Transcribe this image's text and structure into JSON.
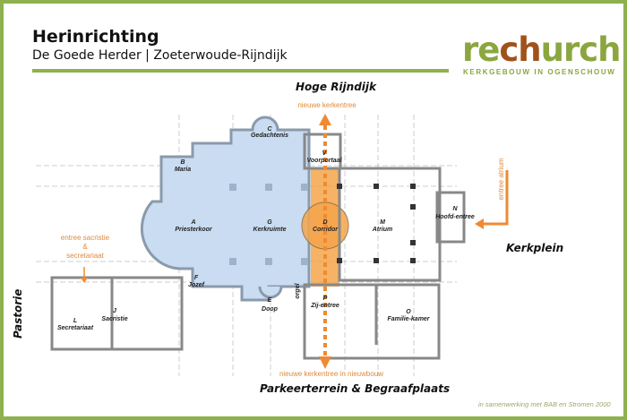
{
  "header": {
    "title": "Herinrichting",
    "subtitle": "De Goede Herder | Zoeterwoude-Rijndijk"
  },
  "logo": {
    "part1": "re",
    "part2": "ch",
    "part3": "urch",
    "tagline": "KERKGEBOUW IN OGENSCHOUW"
  },
  "streets": {
    "north": "Hoge Rijndijk",
    "south": "Parkeerterrein & Begraafplaats",
    "east": "Kerkplein",
    "west": "Pastorie"
  },
  "annotations": {
    "new_entrance": "nieuwe kerkentree",
    "new_entrance_newbuild": "nieuwe kerkentree in nieuwbouw",
    "entrance_atrium": "entree atrium",
    "entrance_sacristy": [
      "entree sacristie",
      "&",
      "secretariaat"
    ],
    "organ": "orgel"
  },
  "rooms": [
    {
      "letter": "A",
      "name": "Priesterkoor"
    },
    {
      "letter": "B",
      "name": "Maria"
    },
    {
      "letter": "C",
      "name": "Gedachtenis"
    },
    {
      "letter": "D",
      "name": "Corridor"
    },
    {
      "letter": "E",
      "name": "Doop"
    },
    {
      "letter": "F",
      "name": "Jozef"
    },
    {
      "letter": "G",
      "name": "Kerkruimte"
    },
    {
      "letter": "J",
      "name": "Sacristie"
    },
    {
      "letter": "L",
      "name": "Secretariaat"
    },
    {
      "letter": "M",
      "name": "Atrium"
    },
    {
      "letter": "N",
      "name": "Hoofd-entree"
    },
    {
      "letter": "O",
      "name": "Familie-kamer"
    },
    {
      "letter": "P",
      "name": "Zij-entree"
    },
    {
      "letter": "V",
      "name": "Voorportaal"
    }
  ],
  "credit": "in samenwerking met BAB en Stromen 2000",
  "colors": {
    "green": "#8db14d",
    "blue": "#c9dcf2",
    "orange": "#f5a54a",
    "arrow": "#ef8a33"
  }
}
